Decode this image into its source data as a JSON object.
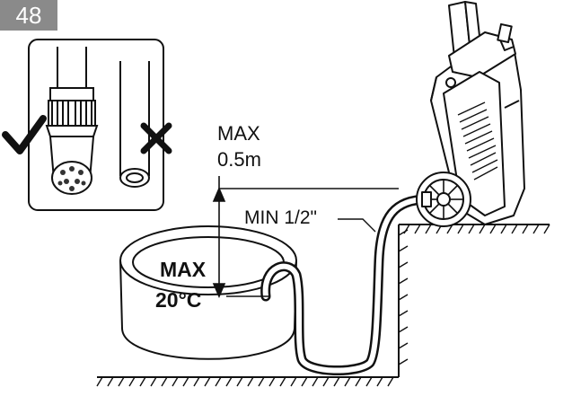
{
  "step": {
    "number": "48"
  },
  "inset": {
    "correct_icon": "checkmark-icon",
    "wrong_icon": "cross-icon"
  },
  "labels": {
    "max_height_line1": "MAX",
    "max_height_line2": "0.5m",
    "min_hose_diameter": "MIN 1/2\"",
    "max_temp_line1": "MAX",
    "max_temp_line2": "20°C"
  },
  "colors": {
    "badge": "#8a8a8a",
    "line": "#111111",
    "background": "#ffffff"
  }
}
